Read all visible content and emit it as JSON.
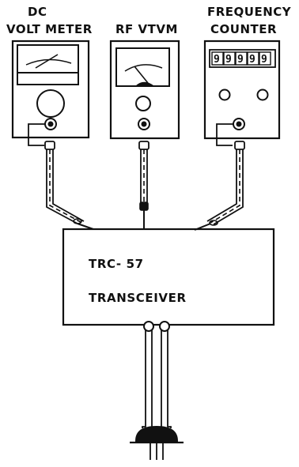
{
  "labels": {
    "dc_line1": "DC",
    "dc_line2": "VOLT METER",
    "rf": "RF VTVM",
    "freq_line1": "FREQUENCY",
    "freq_line2": "COUNTER"
  },
  "counter_digits": [
    "9",
    "9",
    "9",
    "9",
    "9"
  ],
  "transceiver": {
    "model": "TRC- 57",
    "name": "TRANSCEIVER"
  }
}
